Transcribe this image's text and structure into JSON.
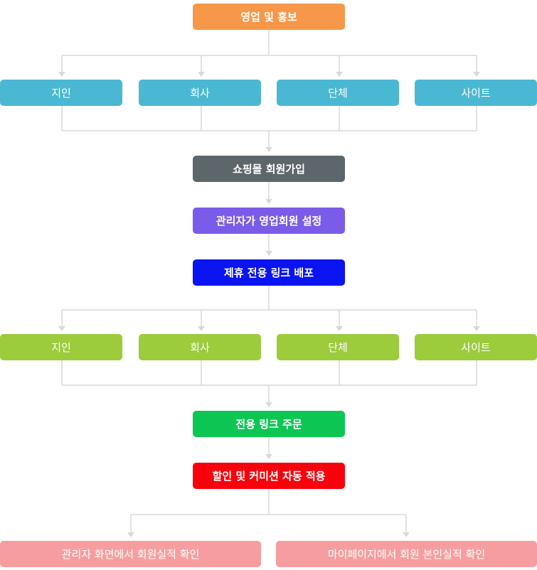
{
  "top": {
    "label": "영업 및 홍보",
    "color": "#f7974a"
  },
  "channels_1": {
    "color": "#4ab8d3",
    "items": [
      "지인",
      "회사",
      "단체",
      "사이트"
    ]
  },
  "steps": {
    "signup": {
      "label": "쇼핑몰 회원가입",
      "color": "#5d666b"
    },
    "set_sales": {
      "label": "관리자가 영업회원 설정",
      "color": "#7b5ce8"
    },
    "link": {
      "label": "제휴 전용 링크 배포",
      "color": "#0a14f0"
    }
  },
  "channels_2": {
    "color": "#9ccb3c",
    "items": [
      "지인",
      "회사",
      "단체",
      "사이트"
    ]
  },
  "order": {
    "label": "전용 링크 주문",
    "color": "#0cc654"
  },
  "discount": {
    "label": "할인 및 커미션 자동 적용",
    "color": "#f7020c"
  },
  "results": {
    "color": "#f69e9f",
    "items": [
      "관리자 화면에서 회원실적 확인",
      "마이페이지에서 회원 본인실적 확인"
    ]
  },
  "line_color": "#d9d9d9"
}
